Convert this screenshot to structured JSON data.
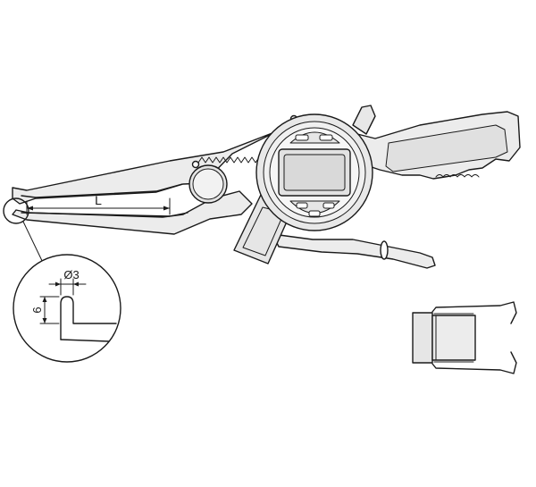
{
  "figure": {
    "title": "",
    "colors": {
      "stroke": "#1a1a1a",
      "body_fill": "#ececec",
      "screen_fill": "#d9d9d9",
      "background": "#ffffff"
    }
  },
  "labels": {
    "length": "L",
    "tip_diameter": "Ø3",
    "tip_height": "6"
  }
}
